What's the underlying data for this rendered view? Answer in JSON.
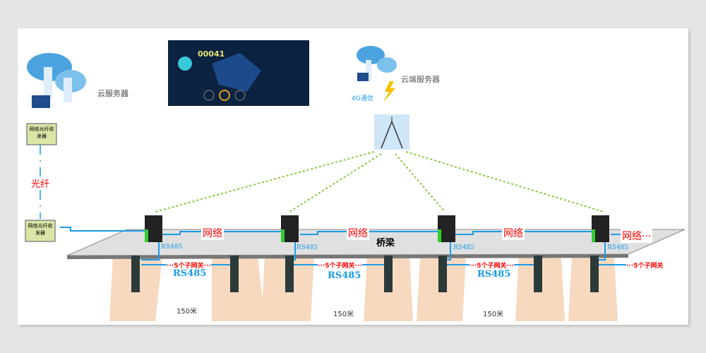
{
  "cloud_server_left": "云服务器",
  "cloud_server_right": "云端服务器",
  "comm_4g": "4G通信",
  "fiber_label": "光纤",
  "transceiver_label": "网络光纤收发器",
  "bridge_label": "桥梁",
  "network_label": "网络",
  "network_label_last": "网络···",
  "rs485_small": "RS485",
  "rs485_large": "RS485",
  "sub_gateways": "···5个子网关···",
  "sub_gateways_last": "···5个子网关",
  "distance": "150米",
  "dashboard_counter": "00041",
  "colors": {
    "blue_line": "#1a9be8",
    "green_dash": "#8cc63f",
    "pier": "#f6d9bf",
    "bridge": "#e0e0e0"
  }
}
